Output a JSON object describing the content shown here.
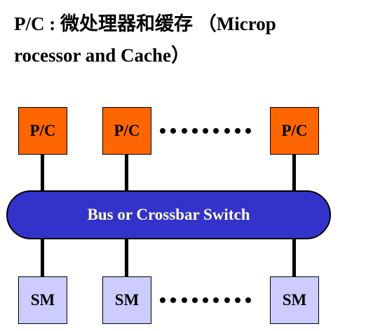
{
  "title": {
    "line1": "P/C : 微处理器和缓存 （Microp",
    "line2": "rocessor and Cache）"
  },
  "processors": [
    "P/C",
    "P/C",
    "P/C"
  ],
  "bus": {
    "label": "Bus or Crossbar Switch"
  },
  "memories": [
    "SM",
    "SM",
    "SM"
  ],
  "colors": {
    "processor_fill": "#FF6600",
    "memory_fill": "#CCCCFF",
    "bus_fill": "#3333CC",
    "bus_text": "#FFFFCC"
  }
}
